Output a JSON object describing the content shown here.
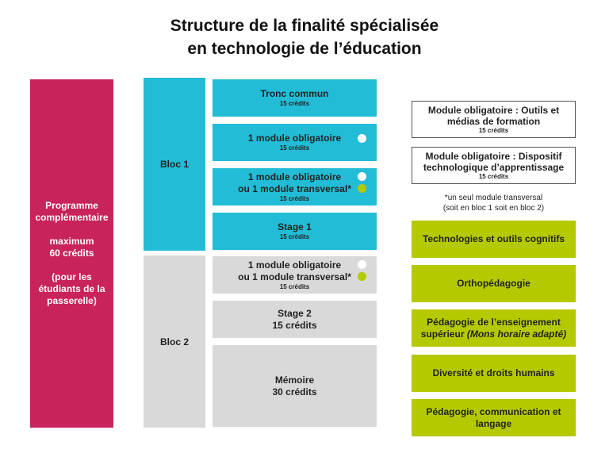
{
  "title": {
    "line1": "Structure de la finalité spécialisée",
    "line2": "en technologie de l’éducation"
  },
  "programme": {
    "l1": "Programme",
    "l2": "complémentaire",
    "l3": "maximum",
    "l4": "60 crédits",
    "l5": "(pour les",
    "l6": "étudiants de la",
    "l7": "passerelle)"
  },
  "blocs": {
    "bloc1": "Bloc 1",
    "bloc2": "Bloc 2"
  },
  "modules": [
    {
      "title": "Tronc commun",
      "credits": "15 crédits"
    },
    {
      "title": "1 module obligatoire",
      "credits": "15 crédits"
    },
    {
      "title": "1 module obligatoire",
      "title2": "ou 1 module transversal*",
      "credits": "15 crédits"
    },
    {
      "title": "Stage 1",
      "credits": "15 crédits"
    },
    {
      "title": "1 module obligatoire",
      "title2": "ou 1 module transversal*",
      "credits": "15 crédits"
    },
    {
      "title": "Stage 2",
      "credits": "15 crédits"
    },
    {
      "title": "Mémoire",
      "credits": "30 crédits"
    }
  ],
  "mandatory": [
    {
      "l1": "Module obligatoire : Outils et",
      "l2": "médias de formation",
      "credits": "15 crédits"
    },
    {
      "l1": "Module obligatoire : Dispositif",
      "l2": "technologique d’apprentissage",
      "credits": "15 crédits"
    }
  ],
  "note": {
    "l1": "*un seul module transversal",
    "l2": "(soit en bloc 1 soit en bloc 2)"
  },
  "transversal": [
    {
      "l1": "Technologies et outils cognitifs"
    },
    {
      "l1": "Orthopédagogie"
    },
    {
      "l1": "Pédagogie de l’enseignement",
      "l2a": "supérieur ",
      "l2b": "(Mons horaire adapté)"
    },
    {
      "l1": "Diversité et droits humains"
    },
    {
      "l1": "Pédagogie, communication et",
      "l2": "langage"
    }
  ],
  "colors": {
    "magenta": "#c8235a",
    "cyan": "#22bcd6",
    "gray": "#d9d9d9",
    "green": "#b5c900"
  }
}
